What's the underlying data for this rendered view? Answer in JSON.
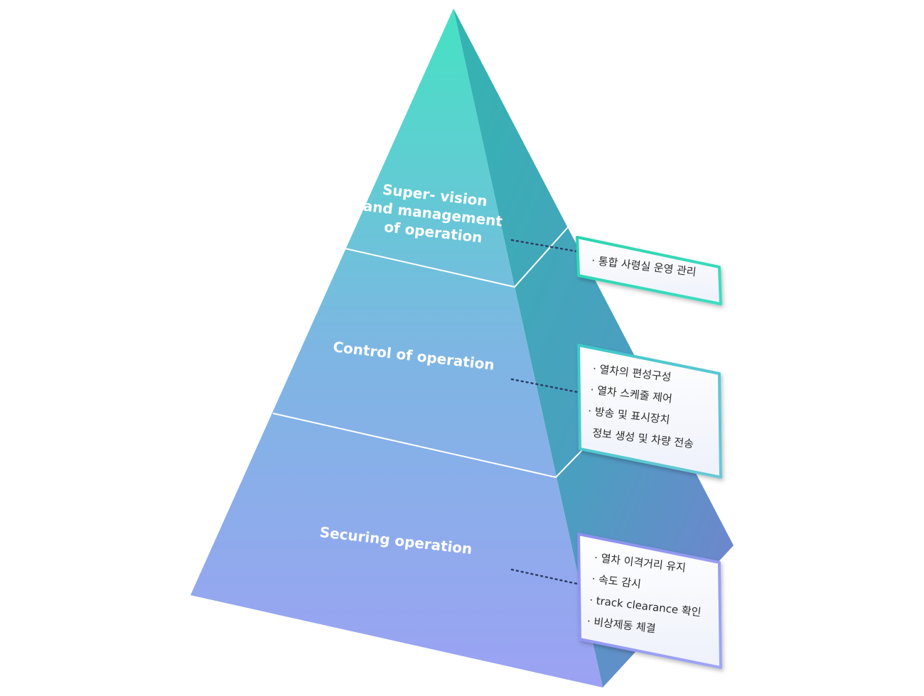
{
  "diagram": {
    "levels": [
      {
        "id": "top",
        "label_lines": [
          "Super- vision",
          "and management",
          "of operation"
        ],
        "items": [
          "· 통합 사령실 운영 관리"
        ],
        "accent_color": "#3fd6b4"
      },
      {
        "id": "middle",
        "label_lines": [
          "Control of operation"
        ],
        "items": [
          "· 열차의 편성구성",
          "· 열차 스케줄 제어",
          "· 방송 및 표시장치",
          "  정보 생성 및 차량 전송"
        ],
        "accent_color": "#5cc7cf"
      },
      {
        "id": "bottom",
        "label_lines": [
          "Securing operation"
        ],
        "items": [
          "· 열차 이격거리 유지",
          "· 속도 감시",
          "· track clearance 확인",
          "· 비상제동 체결"
        ],
        "accent_color": "#8f93f0"
      }
    ],
    "colors": {
      "front_top": "#45e2c3",
      "front_mid": "#7db6e3",
      "front_bottom": "#9ca2f3",
      "side_top": "#33b5b0",
      "side_bottom": "#7780d0"
    }
  }
}
